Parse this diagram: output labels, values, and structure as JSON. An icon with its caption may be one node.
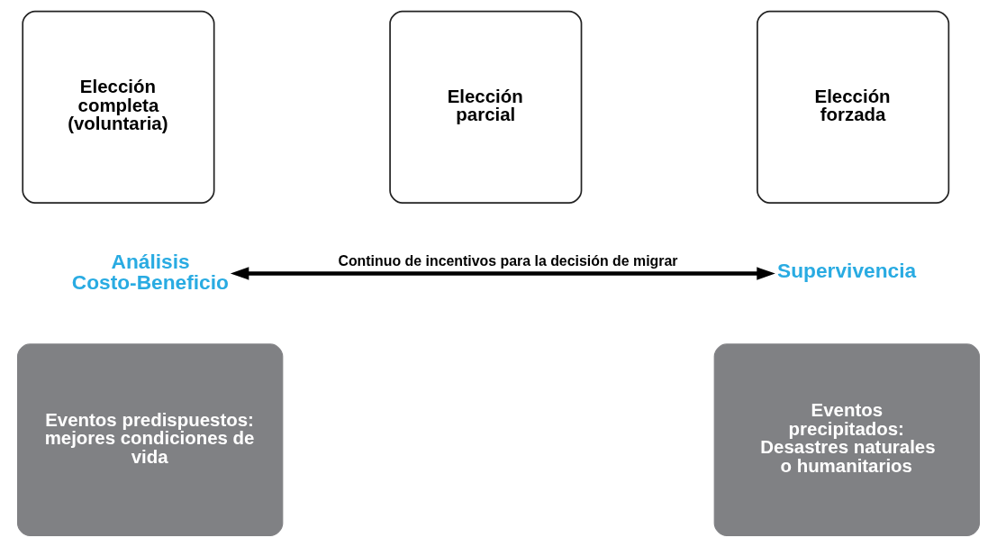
{
  "diagram": {
    "nodes": [
      {
        "text": [
          "Elección completa (voluntaria)"
        ]
      },
      {
        "text": [
          "Elección parcial"
        ]
      },
      {
        "text": [
          "Elección forzada"
        ]
      },
      {
        "text": [
          "Análisis Costo-Beneficio"
        ]
      },
      {
        "text": [
          "Supervivencia"
        ]
      },
      {
        "text": [
          "Eventos predispuestos: mejores condiciones de vida"
        ]
      },
      {
        "text": [
          "Eventos precipitados: Desastres naturales o humanitarios"
        ]
      }
    ],
    "edges": [
      {
        "from": 3,
        "to": 4,
        "arrow": "both",
        "label": "Continuo de incentivos para la decisión de migrar"
      }
    ]
  }
}
